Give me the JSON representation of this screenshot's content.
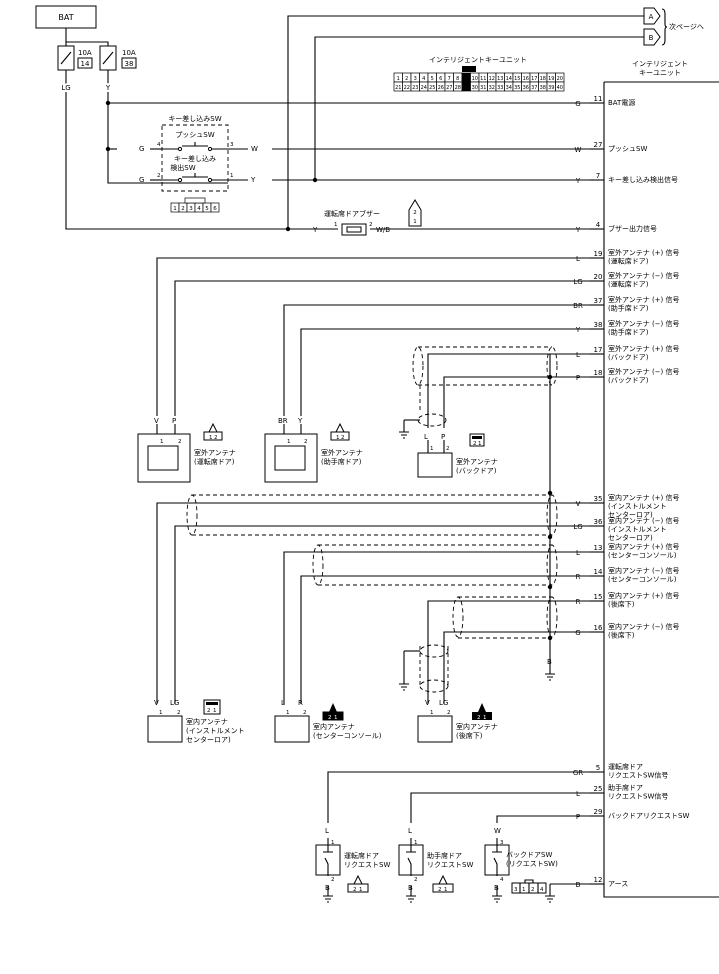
{
  "title_bat": "BAT",
  "fuses": [
    {
      "amp": "10A",
      "no": "14"
    },
    {
      "amp": "10A",
      "no": "38"
    }
  ],
  "fuse_wire_colors": [
    "LG",
    "Y"
  ],
  "next_page": {
    "label": "次ページへ",
    "connectors": [
      "A",
      "B"
    ]
  },
  "ecu": {
    "name_top": "インテリジェントキーユニット",
    "name_right": [
      "インテリジェント",
      "キーユニット"
    ],
    "connector_top": [
      "1",
      "2",
      "3",
      "4",
      "5",
      "6",
      "7",
      "8",
      "9",
      "10",
      "11",
      "12",
      "13",
      "14",
      "15",
      "16",
      "17",
      "18",
      "19",
      "20"
    ],
    "connector_bottom": [
      "21",
      "22",
      "23",
      "24",
      "25",
      "26",
      "27",
      "28",
      "29",
      "30",
      "31",
      "32",
      "33",
      "34",
      "35",
      "36",
      "37",
      "38",
      "39",
      "40"
    ]
  },
  "pins": [
    {
      "no": "11",
      "color": "G",
      "label": [
        "BAT電源"
      ]
    },
    {
      "no": "27",
      "color": "W",
      "label": [
        "プッシュSW"
      ]
    },
    {
      "no": "7",
      "color": "Y",
      "label": [
        "キー差し込み検出信号"
      ]
    },
    {
      "no": "4",
      "color": "Y",
      "label": [
        "ブザー出力信号"
      ]
    },
    {
      "no": "19",
      "color": "L",
      "label": [
        "室外アンテナ (+) 信号",
        "(運転席ドア)"
      ]
    },
    {
      "no": "20",
      "color": "LG",
      "label": [
        "室外アンテナ (−) 信号",
        "(運転席ドア)"
      ]
    },
    {
      "no": "37",
      "color": "BR",
      "label": [
        "室外アンテナ (+) 信号",
        "(助手席ドア)"
      ]
    },
    {
      "no": "38",
      "color": "Y",
      "label": [
        "室外アンテナ (−) 信号",
        "(助手席ドア)"
      ]
    },
    {
      "no": "17",
      "color": "L",
      "label": [
        "室外アンテナ (+) 信号",
        "(バックドア)"
      ]
    },
    {
      "no": "18",
      "color": "P",
      "label": [
        "室外アンテナ (−) 信号",
        "(バックドア)"
      ]
    },
    {
      "no": "35",
      "color": "V",
      "label": [
        "室内アンテナ (+) 信号",
        "(インストルメント",
        "センターロア)"
      ]
    },
    {
      "no": "36",
      "color": "LG",
      "label": [
        "室内アンテナ (−) 信号",
        "(インストルメント",
        "センターロア)"
      ]
    },
    {
      "no": "13",
      "color": "L",
      "label": [
        "室内アンテナ (+) 信号",
        "(センターコンソール)"
      ]
    },
    {
      "no": "14",
      "color": "R",
      "label": [
        "室内アンテナ (−) 信号",
        "(センターコンソール)"
      ]
    },
    {
      "no": "15",
      "color": "R",
      "label": [
        "室内アンテナ (+) 信号",
        "(後席下)"
      ]
    },
    {
      "no": "16",
      "color": "G",
      "label": [
        "室内アンテナ (−) 信号",
        "(後席下)"
      ]
    },
    {
      "no": "5",
      "color": "GR",
      "label": [
        "運転席ドア",
        "リクエストSW信号"
      ]
    },
    {
      "no": "25",
      "color": "L",
      "label": [
        "助手席ドア",
        "リクエストSW信号"
      ]
    },
    {
      "no": "29",
      "color": "P",
      "label": [
        "バックドアリクエストSW"
      ]
    },
    {
      "no": "12",
      "color": "B",
      "label": [
        "アース"
      ]
    }
  ],
  "key_sw": {
    "title": "キー差し込みSW",
    "push": "プッシュSW",
    "detect": [
      "キー差し込み",
      "検出SW"
    ],
    "pins": [
      "4",
      "3",
      "2",
      "1"
    ],
    "wires": [
      "G",
      "W",
      "G",
      "Y"
    ],
    "connector": [
      "1",
      "2",
      "3",
      "4",
      "5",
      "6"
    ]
  },
  "buzzer": {
    "label": "運転席ドアブザー",
    "pins": [
      "1",
      "2"
    ],
    "wires": [
      "Y",
      "W/B"
    ],
    "connector": [
      "2",
      "1"
    ]
  },
  "outdoor_antennas": [
    {
      "name": [
        "室外アンテナ",
        "(運転席ドア)"
      ],
      "wires": [
        "V",
        "P"
      ],
      "pins": [
        "1",
        "2"
      ],
      "connector": [
        "1",
        "2"
      ]
    },
    {
      "name": [
        "室外アンテナ",
        "(助手席ドア)"
      ],
      "wires": [
        "BR",
        "Y"
      ],
      "pins": [
        "1",
        "2"
      ],
      "connector": [
        "1",
        "2"
      ]
    },
    {
      "name": [
        "室外アンテナ",
        "(バックドア)"
      ],
      "wires": [
        "L",
        "P"
      ],
      "pins": [
        "1",
        "2"
      ],
      "connector": [
        "2",
        "1"
      ]
    }
  ],
  "indoor_antennas": [
    {
      "name": [
        "室内アンテナ",
        "(インストルメント",
        "センターロア)"
      ],
      "wires": [
        "V",
        "LG"
      ],
      "pins": [
        "1",
        "2"
      ],
      "connector": [
        "2",
        "1"
      ]
    },
    {
      "name": [
        "室内アンテナ",
        "(センターコンソール)"
      ],
      "wires": [
        "L",
        "R"
      ],
      "pins": [
        "1",
        "2"
      ],
      "connector": [
        "2",
        "1"
      ]
    },
    {
      "name": [
        "室内アンテナ",
        "(後席下)"
      ],
      "wires": [
        "V",
        "LG"
      ],
      "pins": [
        "1",
        "2"
      ],
      "connector": [
        "2",
        "1"
      ]
    }
  ],
  "request_sws": [
    {
      "name": [
        "運転席ドア",
        "リクエストSW"
      ],
      "wires": [
        "L",
        "B"
      ],
      "pins": [
        "1",
        "2"
      ],
      "connector": [
        "2",
        "1"
      ]
    },
    {
      "name": [
        "助手席ドア",
        "リクエストSW"
      ],
      "wires": [
        "L",
        "B"
      ],
      "pins": [
        "1",
        "2"
      ],
      "connector": [
        "2",
        "1"
      ]
    },
    {
      "name": [
        "バックドアSW",
        "(リクエストSW)"
      ],
      "wires": [
        "W",
        "B"
      ],
      "pins": [
        "3",
        "4"
      ],
      "connector": [
        "3",
        "1",
        "2",
        "4"
      ]
    }
  ],
  "ground_wire": "B"
}
